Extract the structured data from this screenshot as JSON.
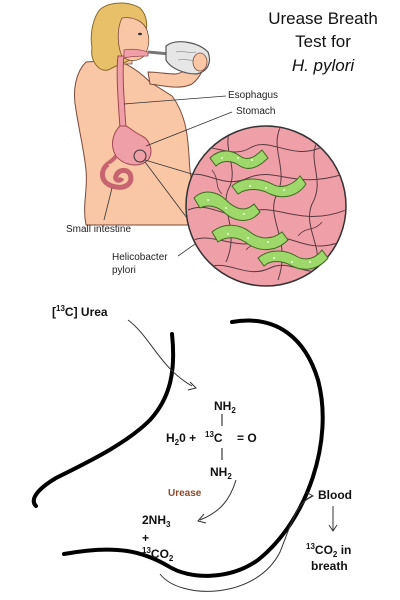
{
  "title": {
    "line1": "Urease Breath",
    "line2": "Test for",
    "line3": "H. pylori"
  },
  "anatomy_labels": {
    "esophagus": "Esophagus",
    "stomach": "Stomach",
    "small_intestine": "Small intestine",
    "helicobacter_line1": "Helicobacter",
    "helicobacter_line2": "pylori"
  },
  "reaction": {
    "input_label_prefix": "[",
    "input_label_sup": "13",
    "input_label_suffix": "C] Urea",
    "nh2_top": "NH",
    "nh2_top_sub": "2",
    "water": "H",
    "water_sub": "2",
    "water_o": "0 +",
    "carbon_sup": "13",
    "carbon": "C",
    "double_bond_o": "= O",
    "nh2_bottom": "NH",
    "nh2_bottom_sub": "2",
    "enzyme": "Urease",
    "product_nh3": "2NH",
    "product_nh3_sub": "3",
    "plus": "+",
    "product_co2_sup": "13",
    "product_co2": "CO",
    "product_co2_sub": "2",
    "blood": "Blood",
    "breath_sup": "13",
    "breath_co2": "CO",
    "breath_co2_sub": "2",
    "breath_in": " in",
    "breath_line2": "breath"
  },
  "colors": {
    "skin": "#f9c6a6",
    "hair": "#e8c06a",
    "organ_pink": "#ef9fa8",
    "bacteria_green": "#9fd86a",
    "enzyme_brown": "#8b4a2b",
    "ink": "#111111"
  }
}
